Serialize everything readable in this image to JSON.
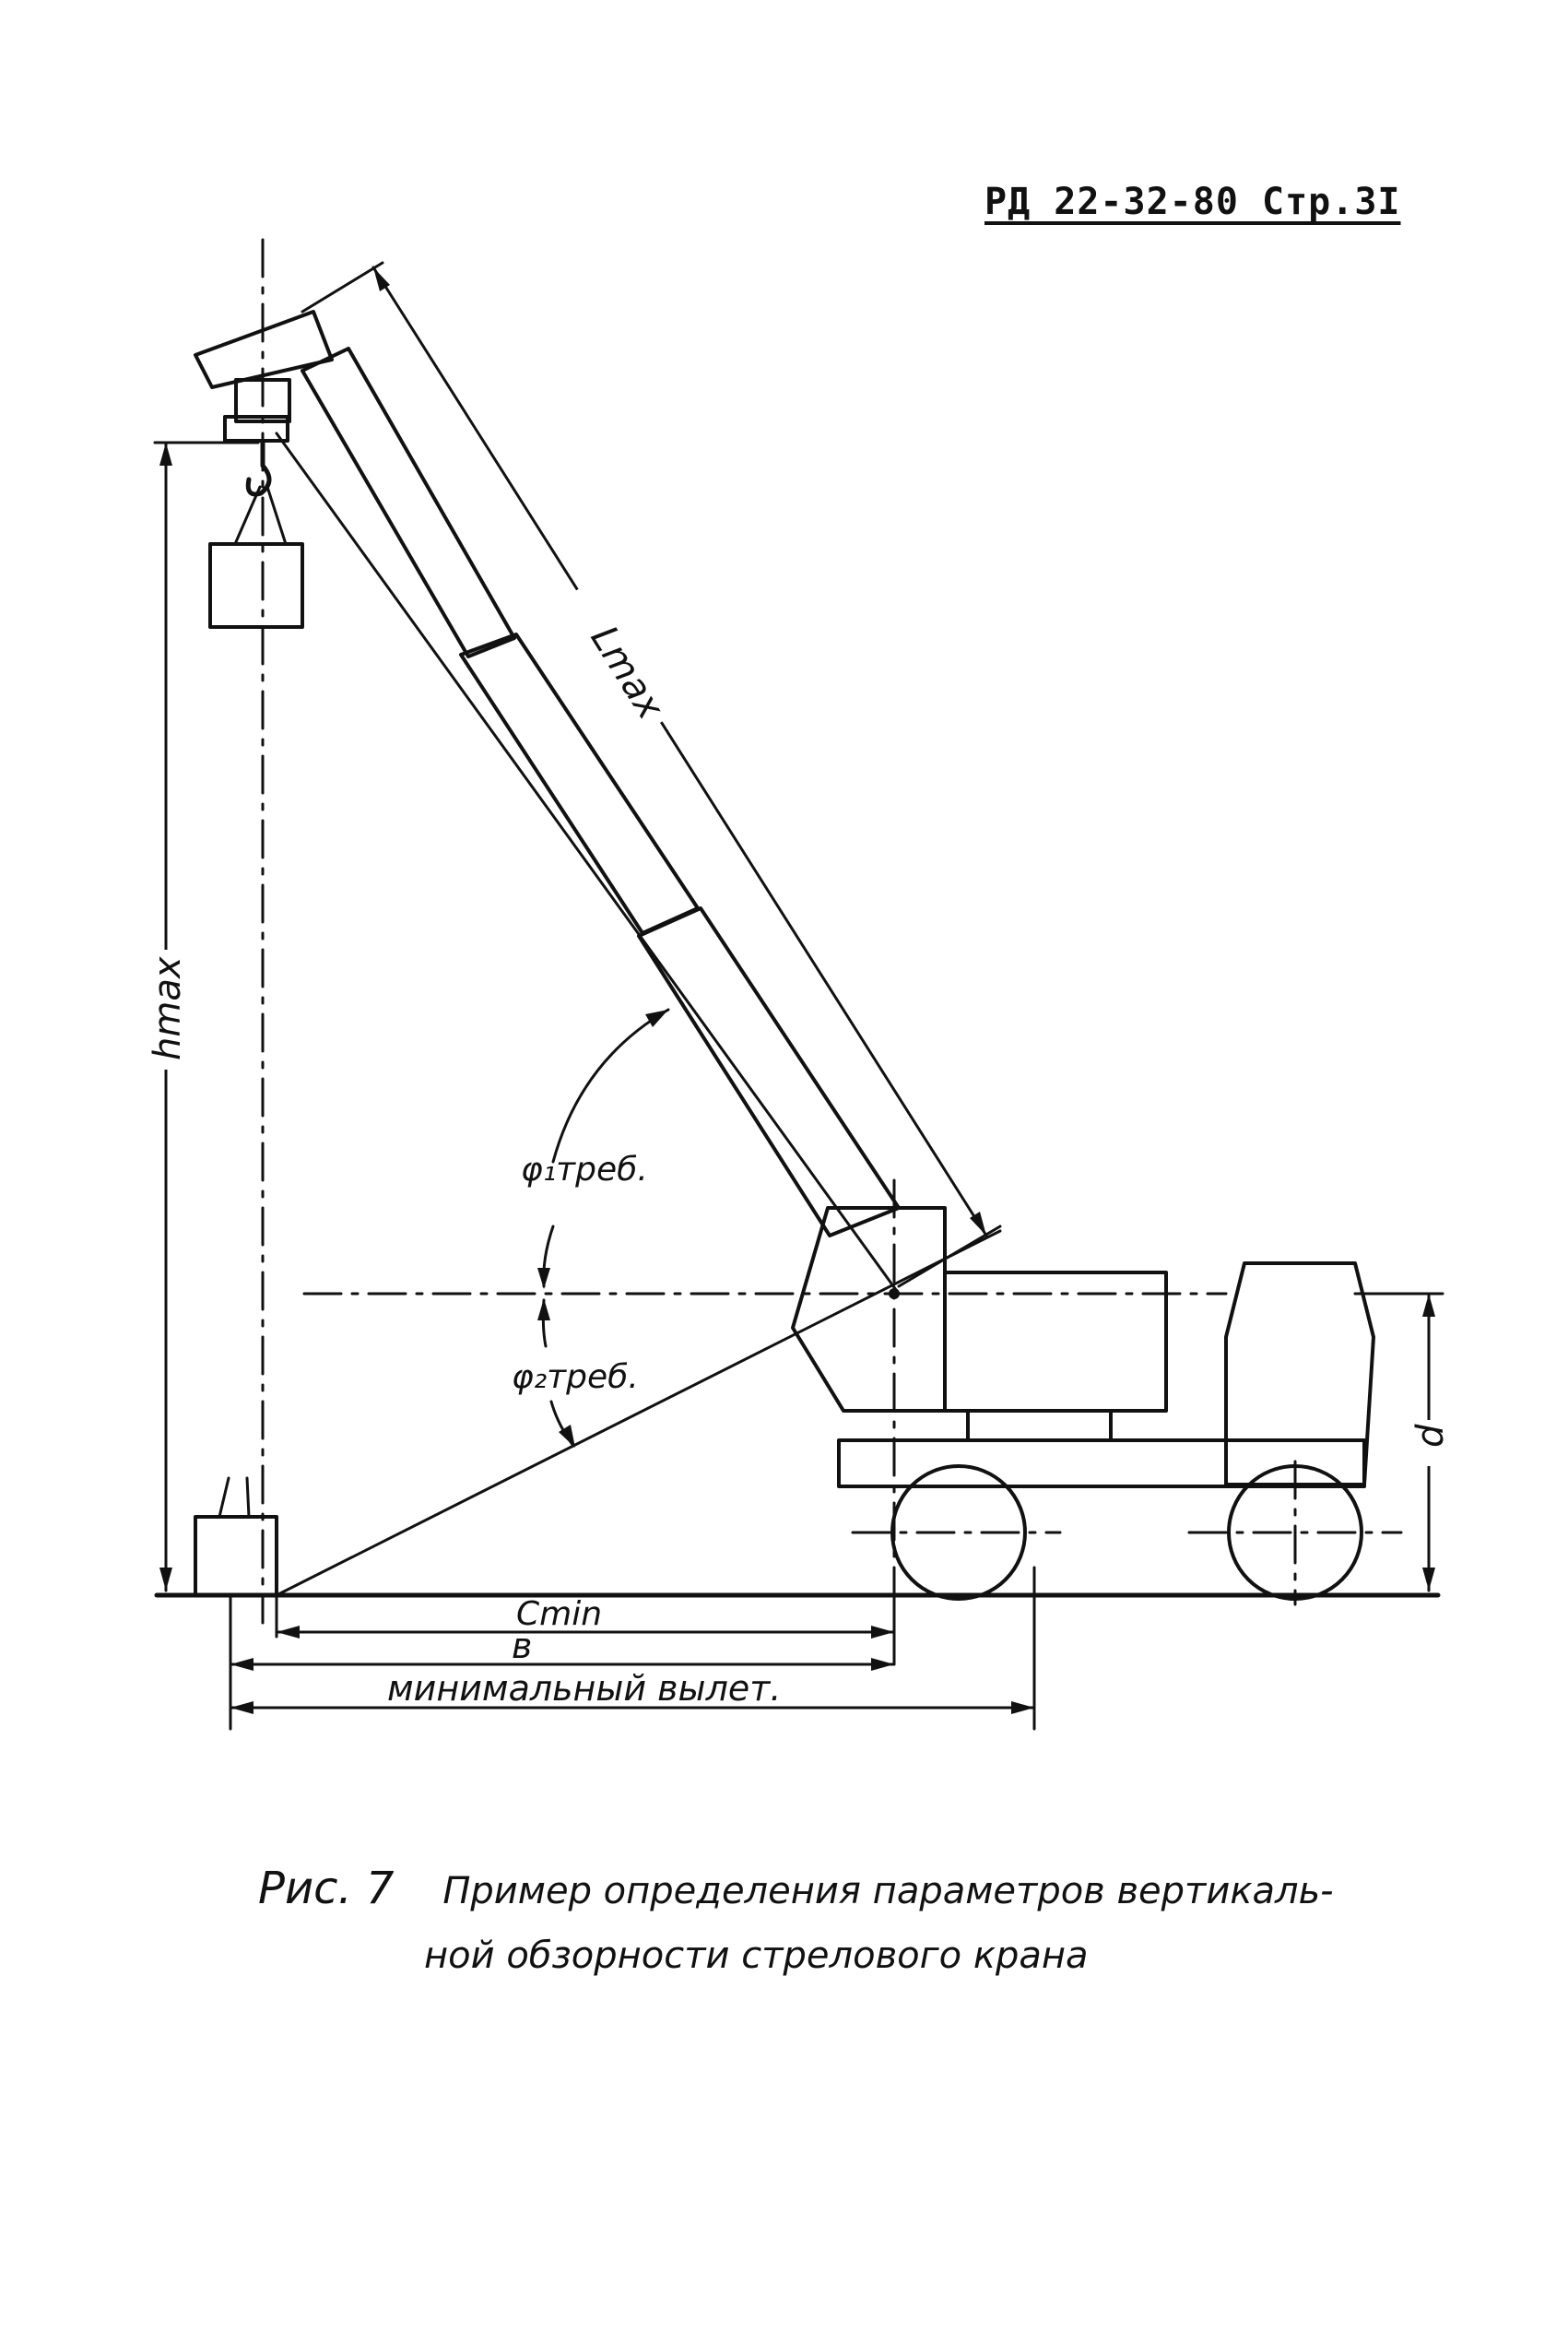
{
  "header": {
    "doc_ref": "РД 22-32-80 Стр.3I"
  },
  "labels": {
    "boom_length": "Lmax",
    "hook_height": "hmax",
    "angle1": "φ₁треб.",
    "angle2": "φ₂треб.",
    "cab_height": "d",
    "c_min": "Cmin",
    "b": "в",
    "min_reach": "минимальный вылет."
  },
  "caption": {
    "fig_num": "Рис. 7",
    "line1": "Пример определения параметров вертикаль-",
    "line2": "ной обзорности стрелового крана"
  }
}
